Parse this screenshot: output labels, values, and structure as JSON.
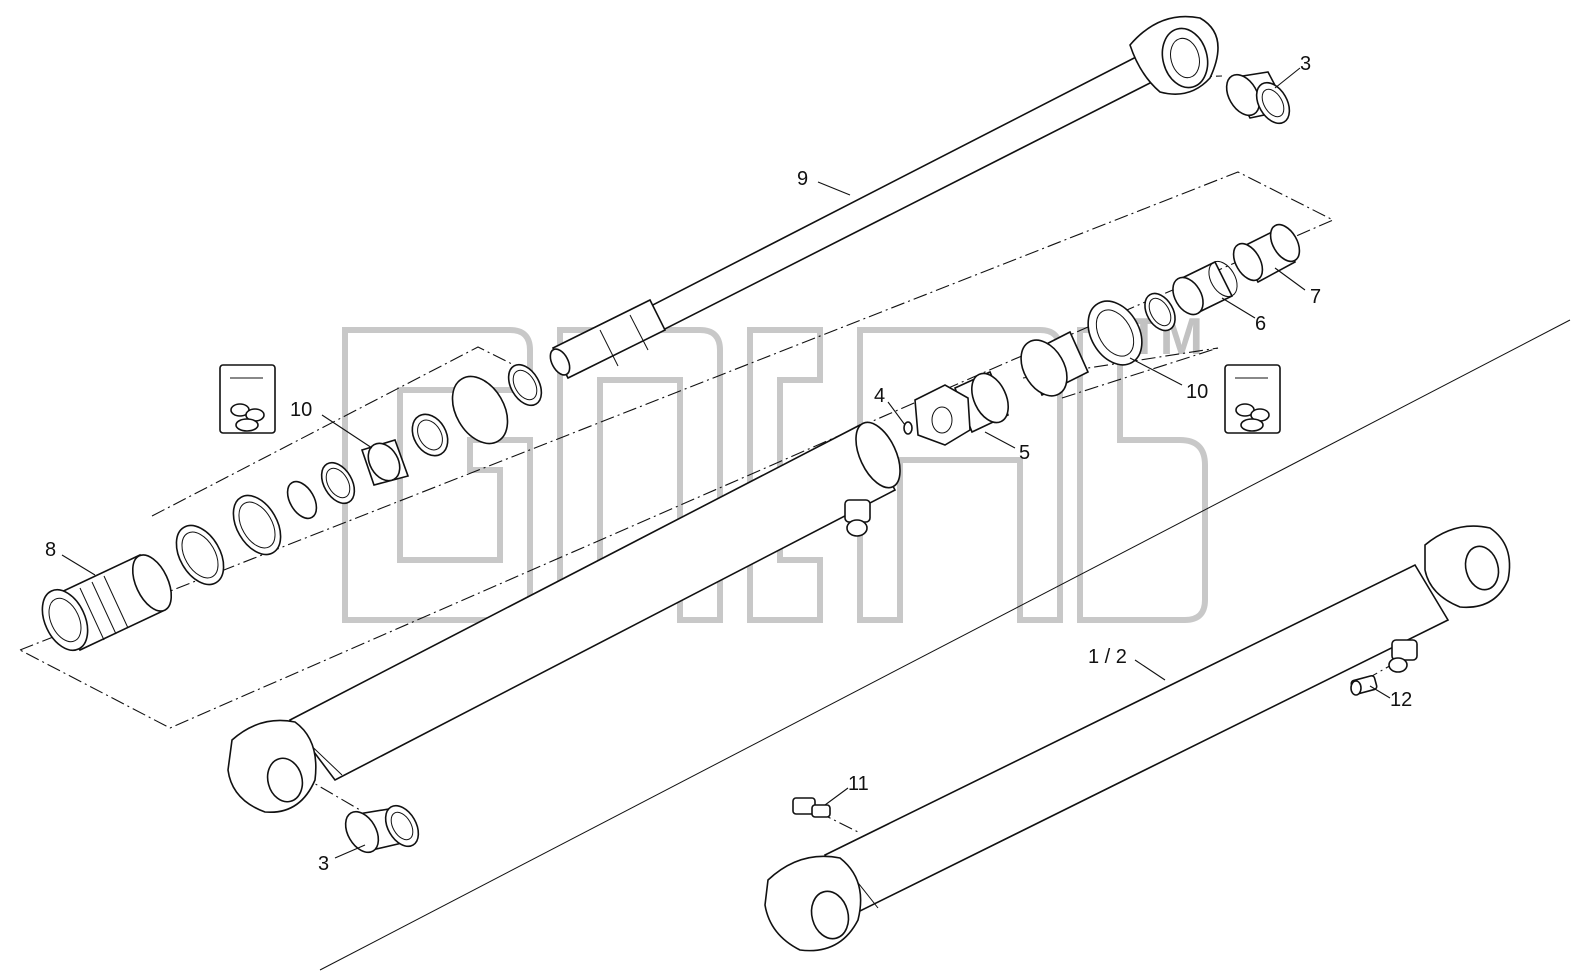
{
  "diagram": {
    "callouts": {
      "c1": "3",
      "c2": "9",
      "c3": "7",
      "c4": "6",
      "c5": "10",
      "c6": "4",
      "c7": "5",
      "c8": "10",
      "c9": "8",
      "c10": "1 / 2",
      "c11": "12",
      "c12": "11",
      "c13": "3"
    },
    "watermark": {
      "mark": "TM"
    }
  }
}
